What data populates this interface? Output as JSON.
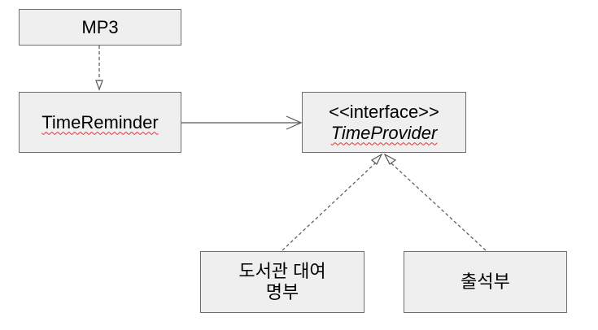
{
  "nodes": {
    "mp3": {
      "label": "MP3"
    },
    "time_reminder": {
      "label": "TimeReminder"
    },
    "time_provider": {
      "stereotype": "<<interface>>",
      "label": "TimeProvider"
    },
    "library": {
      "label_line1": "도서관 대여",
      "label_line2": "명부"
    },
    "attendance": {
      "label": "출석부"
    }
  },
  "edges": [
    {
      "from": "MP3",
      "to": "TimeReminder",
      "style": "dashed",
      "arrow": "open-triangle"
    },
    {
      "from": "TimeReminder",
      "to": "TimeProvider",
      "style": "solid",
      "arrow": "open"
    },
    {
      "from": "도서관 대여 명부",
      "to": "TimeProvider",
      "style": "dashed",
      "arrow": "open-triangle"
    },
    {
      "from": "출석부",
      "to": "TimeProvider",
      "style": "dashed",
      "arrow": "open-triangle"
    }
  ],
  "colors": {
    "box_fill": "#efefef",
    "box_border": "#6f6f6f",
    "line": "#555555",
    "spellcheck": "#e03030"
  }
}
